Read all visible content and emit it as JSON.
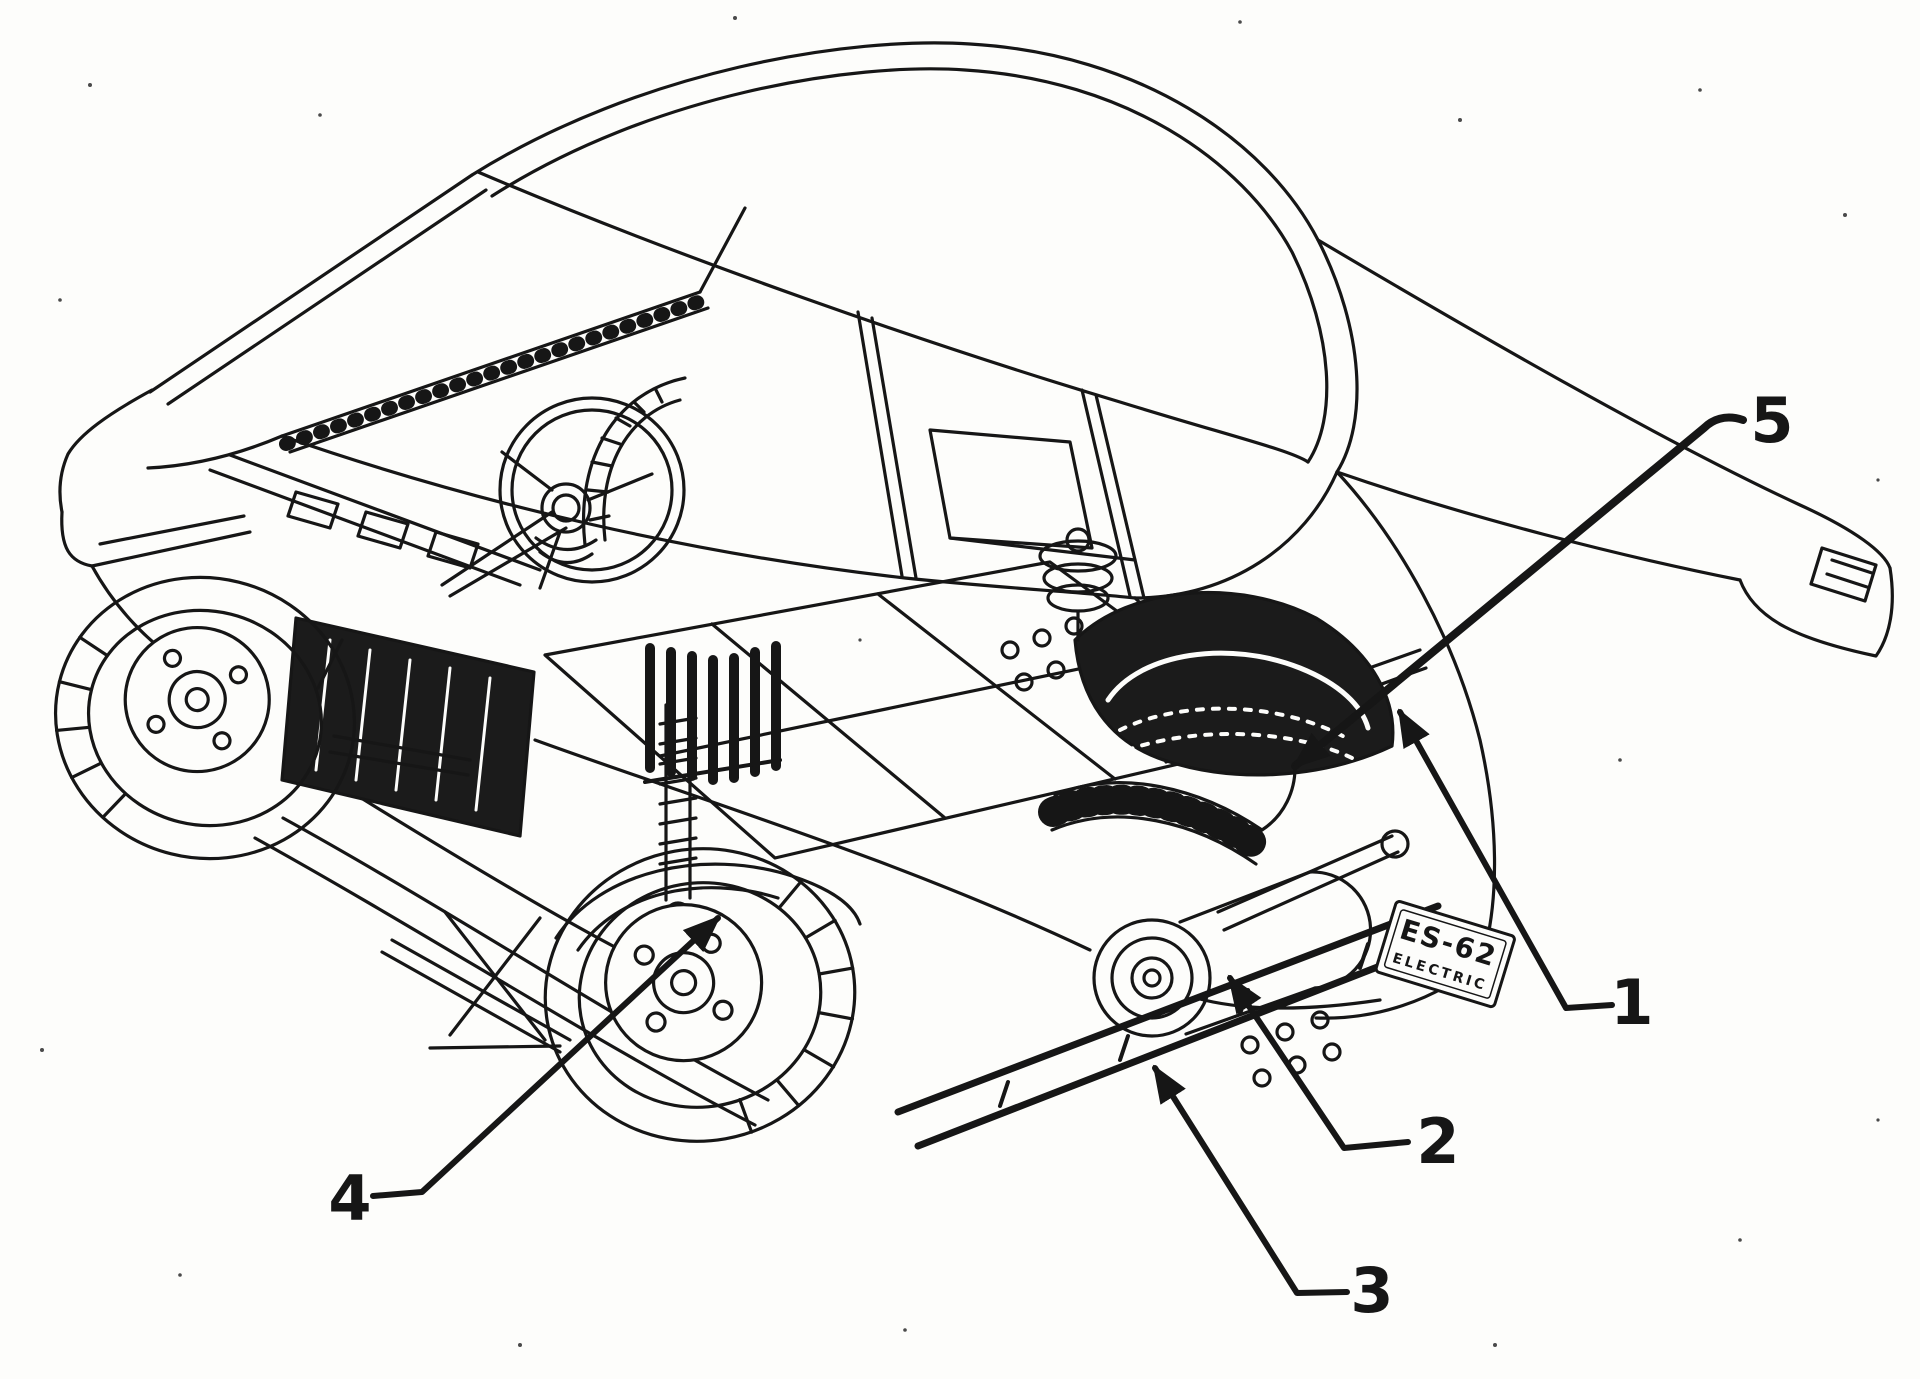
{
  "figure": {
    "alt": "Cutaway technical line illustration of a small two-door electric microcar with numbered component callouts"
  },
  "callouts": [
    {
      "label": "1"
    },
    {
      "label": "2"
    },
    {
      "label": "3"
    },
    {
      "label": "4"
    },
    {
      "label": "5"
    }
  ],
  "license_plate": {
    "line1": "ES-62",
    "line2": "ELECTRIC"
  },
  "colors": {
    "ink": "#161616",
    "paper": "#fdfdfb"
  }
}
